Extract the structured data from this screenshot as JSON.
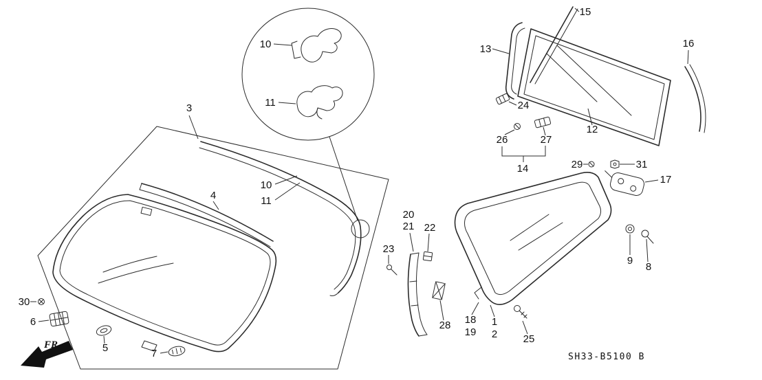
{
  "diagram": {
    "part_code": "SH33-B5100 B",
    "fr_label": "FR.",
    "callouts": {
      "1": "1",
      "2": "2",
      "3": "3",
      "4": "4",
      "5": "5",
      "6": "6",
      "7": "7",
      "8": "8",
      "9": "9",
      "10": "10",
      "11": "11",
      "12": "12",
      "13": "13",
      "14": "14",
      "15": "15",
      "16": "16",
      "17": "17",
      "18": "18",
      "19": "19",
      "20": "20",
      "21": "21",
      "22": "22",
      "23": "23",
      "24": "24",
      "25": "25",
      "26": "26",
      "27": "27",
      "28": "28",
      "29": "29",
      "30": "30",
      "31": "31"
    }
  }
}
